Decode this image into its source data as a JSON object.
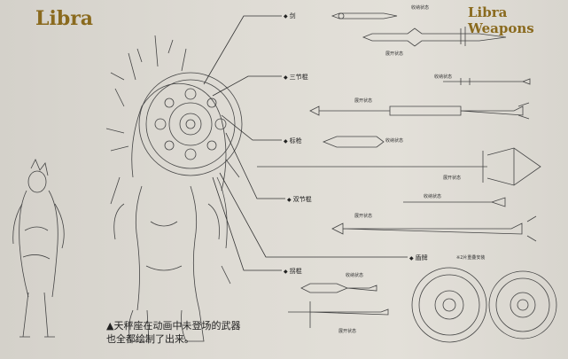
{
  "titles": {
    "left": "Libra",
    "right": "Libra Weapons"
  },
  "weapons": [
    {
      "name": "剑",
      "states": [
        "收纳状态",
        "展开状态"
      ]
    },
    {
      "name": "三节棍",
      "states": [
        "收纳状态",
        "展开状态"
      ]
    },
    {
      "name": "标枪",
      "states": [
        "收纳状态",
        "展开状态"
      ]
    },
    {
      "name": "双节棍",
      "states": [
        "收纳状态",
        "展开状态"
      ]
    },
    {
      "name": "盾牌",
      "states": [
        "※2片重叠安装"
      ]
    },
    {
      "name": "拐棍",
      "states": [
        "收纳状态",
        "展开状态"
      ]
    }
  ],
  "caption": {
    "line1": "▲天秤座在动画中未登场的武器",
    "line2": "也全都绘制了出来。"
  },
  "colors": {
    "title": "#8a6a1e",
    "ink": "#333333",
    "paper": "#dedbd4"
  }
}
